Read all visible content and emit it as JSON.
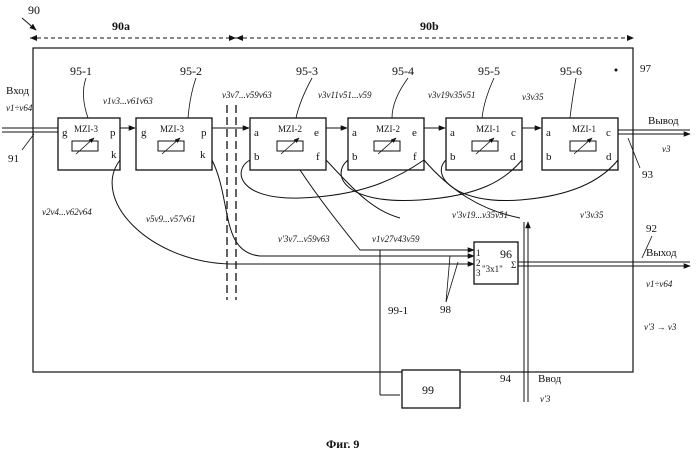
{
  "figure": {
    "ref_main": "90",
    "ref_left": "90a",
    "ref_right": "90b",
    "ref_chassis": "97",
    "caption": "Фиг. 9"
  },
  "input": {
    "label": "Вход",
    "channels": "ν1÷ν64",
    "ref": "91"
  },
  "modules": [
    {
      "ref": "95-1",
      "name": "MZI-3",
      "p1": "g",
      "p2": "p",
      "p3": "k"
    },
    {
      "ref": "95-2",
      "name": "MZI-3",
      "p1": "g",
      "p2": "p",
      "p3": "k"
    },
    {
      "ref": "95-3",
      "name": "MZI-2",
      "p1": "a",
      "p2": "e",
      "p3": "b",
      "p4": "f"
    },
    {
      "ref": "95-4",
      "name": "MZI-2",
      "p1": "a",
      "p2": "e",
      "p3": "b",
      "p4": "f"
    },
    {
      "ref": "95-5",
      "name": "MZI-1",
      "p1": "a",
      "p2": "c",
      "p3": "b",
      "p4": "d"
    },
    {
      "ref": "95-6",
      "name": "MZI-1",
      "p1": "a",
      "p2": "c",
      "p3": "b",
      "p4": "d"
    }
  ],
  "signals": {
    "s1": "ν1ν3...ν61ν63",
    "s2": "ν3ν7...ν59ν63",
    "s3": "ν3ν11ν51...ν59",
    "s4": "ν3ν19ν35ν51",
    "s5": "ν3ν35",
    "s6": "ν2ν4...ν62ν64",
    "s7": "ν5ν9...ν57ν61",
    "s8": "ν'3ν7...ν59ν63",
    "s9": "ν1ν27ν43ν59",
    "s10": "ν'3ν19...ν35ν51",
    "s11": "ν'3ν35"
  },
  "output_top": {
    "label": "Вывод",
    "channel": "ν3",
    "ref": "93"
  },
  "combiner": {
    "ref": "96",
    "name": "\"3x1\"",
    "in1": "1",
    "in2": "2",
    "in3": "3",
    "out": "Σ",
    "bus_ref": "98"
  },
  "output_main": {
    "label": "Выход",
    "channels": "ν1÷ν64",
    "ref": "92",
    "note": "ν'3 → ν3"
  },
  "controller": {
    "ref": "99",
    "label": "99",
    "line_ref": "99-1"
  },
  "add_input": {
    "label": "Ввод",
    "channel": "ν'3",
    "ref": "94"
  }
}
